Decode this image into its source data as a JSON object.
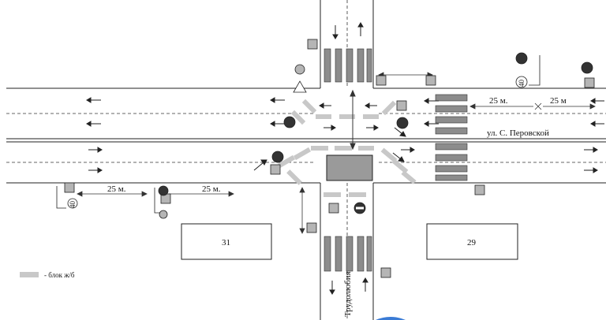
{
  "street_name": "ул. С. Перовской",
  "side_street_name": "Трудолюбия",
  "buildings": {
    "left": "31",
    "right": "29"
  },
  "distances": {
    "top_right_1": "25 м.",
    "top_right_2": "25 м",
    "bottom_left_1": "25 м.",
    "bottom_left_2": "25 м."
  },
  "legend": {
    "label": "- блок  ж/б"
  },
  "sign_numbers": {
    "speed_limit_top": "40",
    "speed_limit_bottom": "40"
  },
  "colors": {
    "crosswalk": "#8c8c8c",
    "concrete_block": "#c8c8c8",
    "sign_bg": "#b5b5b5",
    "lines": "#222222"
  }
}
